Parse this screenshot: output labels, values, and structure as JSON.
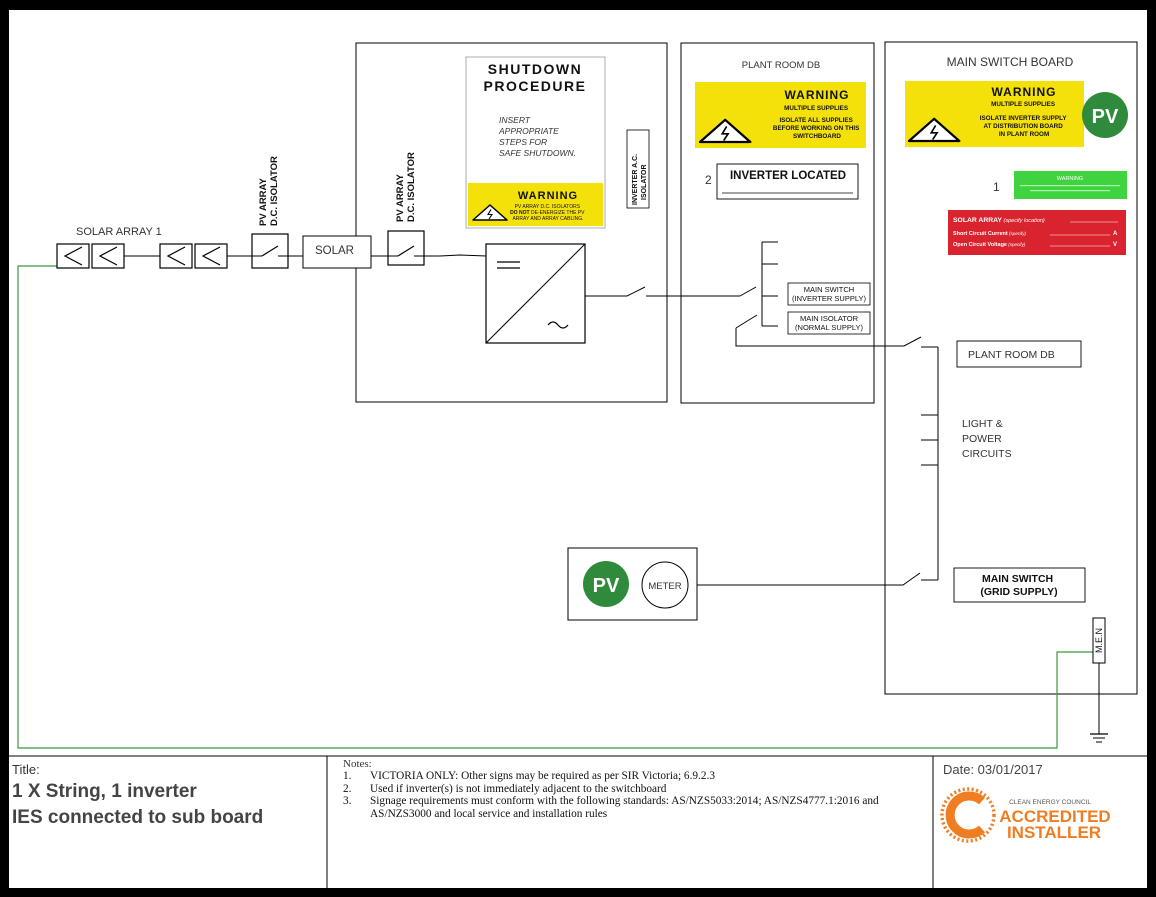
{
  "shutdown": {
    "title1": "SHUTDOWN",
    "title2": "PROCEDURE",
    "steps": [
      "INSERT",
      "APPROPRIATE",
      "STEPS FOR",
      "SAFE SHUTDOWN."
    ],
    "warning": "WARNING",
    "warn_line1": "PV ARRAY D.C. ISOLATORS",
    "warn_do_not": "DO NOT",
    "warn_line2": " DE-ENERGIZE THE PV",
    "warn_line3": "ARRAY AND ARRAY CABLING."
  },
  "plant_room": {
    "title": "PLANT ROOM DB",
    "warning_title": "WARNING",
    "warning_lines": [
      "MULTIPLE SUPPLIES",
      "ISOLATE ALL SUPPLIES",
      "BEFORE WORKING ON THIS",
      "SWITCHBOARD"
    ],
    "note_num": "2",
    "inverter_located": "INVERTER LOCATED",
    "main_switch": [
      "MAIN SWITCH",
      "(INVERTER SUPPLY)"
    ],
    "main_isolator": [
      "MAIN ISOLATOR",
      "(NORMAL SUPPLY)"
    ]
  },
  "msb": {
    "title": "MAIN SWITCH BOARD",
    "warning_title": "WARNING",
    "warning_lines": [
      "MULTIPLE SUPPLIES",
      "ISOLATE INVERTER SUPPLY",
      "AT DISTRIBUTION BOARD",
      "IN PLANT ROOM"
    ],
    "pv_badge": "PV",
    "note_num": "1",
    "green_sign": "WARNING",
    "red_sign_rows": [
      {
        "label": "SOLAR ARRAY",
        "hint": " (specify location)",
        "unit": ""
      },
      {
        "label": "Short Circuit Current",
        "hint": " (specify)",
        "unit": "A"
      },
      {
        "label": "Open Circuit Voltage",
        "hint": " (specify)",
        "unit": "V"
      }
    ],
    "plant_room_db": "PLANT ROOM DB",
    "light_power": [
      "LIGHT &",
      "POWER",
      "CIRCUITS"
    ],
    "main_switch_grid": [
      "MAIN SWITCH",
      "(GRID SUPPLY)"
    ],
    "men": "M.E.N"
  },
  "array": {
    "label": "SOLAR ARRAY 1",
    "pv_isolator_1": [
      "PV ARRAY",
      "D.C. ISOLATOR"
    ],
    "solar_label": "SOLAR",
    "pv_isolator_2": [
      "PV ARRAY",
      "D.C. ISOLATOR"
    ],
    "inverter_ac_isolator": [
      "INVERTER A.C.",
      "ISOLATOR"
    ]
  },
  "meter": {
    "pv_badge": "PV",
    "label": "METER"
  },
  "title_block": {
    "title_label": "Title:",
    "line1": "1 X String, 1 inverter",
    "line2": "IES connected to sub board",
    "notes_label": "Notes:",
    "notes": [
      {
        "num": "1.",
        "text": "VICTORIA ONLY: Other signs may be required as per SIR Victoria; 6.9.2.3"
      },
      {
        "num": "2.",
        "text": "Used if inverter(s) is not immediately adjacent to the switchboard"
      },
      {
        "num": "3.",
        "text": "Signage requirements must conform with the following standards: AS/NZS5033:2014; AS/NZS4777.1:2016 and AS/NZS3000 and local service and installation rules"
      }
    ],
    "date": "Date: 03/01/2017",
    "logo_line1": "CLEAN ENERGY COUNCIL",
    "logo_line2": "ACCREDITED",
    "logo_line3": "INSTALLER"
  },
  "colors": {
    "warning_yellow": "#f5e10a",
    "pv_green": "#2f8a3c",
    "sign_green": "#3fd43f",
    "sign_red": "#d9232e",
    "logo_orange": "#ef7d22",
    "earth_wire": "#3a9a3a"
  }
}
